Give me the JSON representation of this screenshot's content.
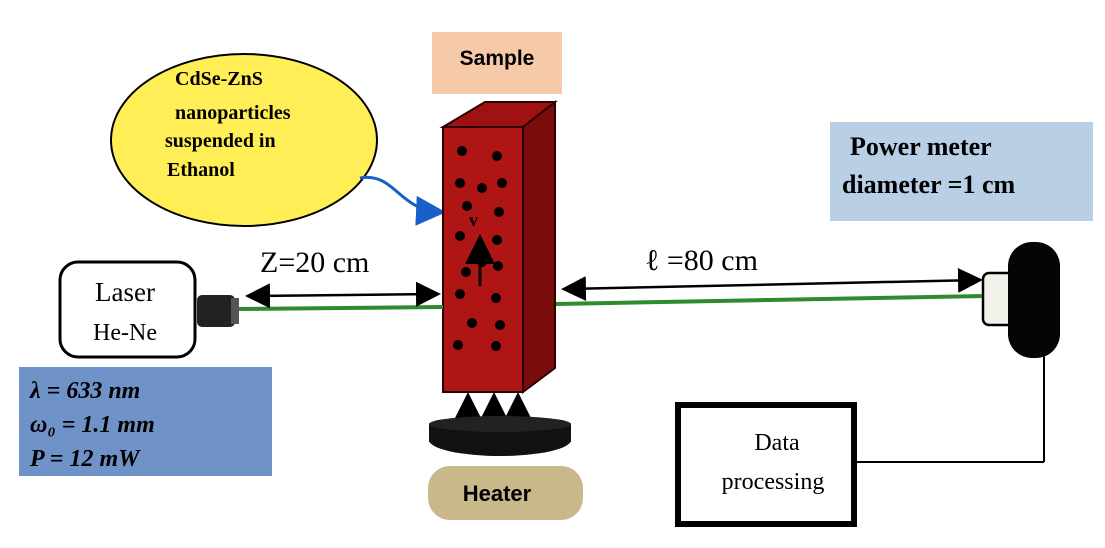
{
  "sample": {
    "label": "Sample",
    "bubble_lines": [
      "CdSe-ZnS",
      "nanoparticles",
      "suspended in",
      "Ethanol"
    ],
    "velocity_label": "v"
  },
  "laser": {
    "line1": "Laser",
    "line2": "He-Ne"
  },
  "params": {
    "lambda": "λ = 633 nm",
    "omega": "ω₀ = 1.1 mm",
    "power": "P = 12 mW"
  },
  "distances": {
    "z": "Z=20 cm",
    "l": "ℓ =80 cm"
  },
  "power_meter": {
    "line1": "Power meter",
    "line2": "diameter =1 cm"
  },
  "data_processing": {
    "line1": "Data",
    "line2": "processing"
  },
  "heater": {
    "label": "Heater"
  },
  "colors": {
    "beam": "#2e8b2e",
    "cuvette_front": "#b01515",
    "cuvette_side": "#7a0c0c",
    "bubble": "#ffee55",
    "sample_label_bg": "#f6c9a8",
    "info_bg": "#b9cfe6",
    "params_bg": "#6f93c8",
    "heater_bg": "#c8b88a"
  }
}
